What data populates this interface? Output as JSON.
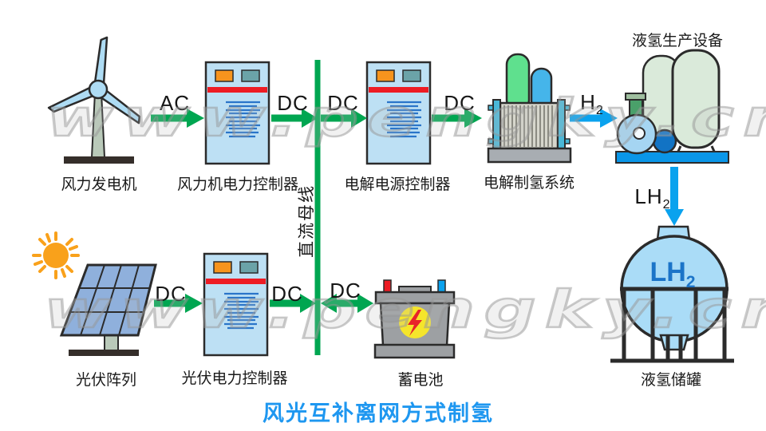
{
  "title": {
    "text": "风光互补离网方式制氢",
    "color": "#1E97F0"
  },
  "watermark": {
    "text": "www.pengky.cn"
  },
  "colors": {
    "dc_arrow_green": "#00A651",
    "h2_arrow_blue": "#0AA2EE",
    "title_blue": "#1E97F0",
    "controller_fill": "#BDE0F4",
    "alarm_red": "#ED1C24",
    "indicator_orange": "#F7941D",
    "tank_blue": "#AADCF7",
    "tank_text_blue": "#1B74C8"
  },
  "bus": {
    "label": "直流母线"
  },
  "flows": {
    "ac": "AC",
    "dc": "DC",
    "h2_main": "H",
    "h2_sub": "2",
    "lh2_main": "LH",
    "lh2_sub": "2"
  },
  "nodes": {
    "wind_turbine": {
      "label": "风力发电机"
    },
    "wind_controller": {
      "label": "风力机电力控制器"
    },
    "electrolysis_controller": {
      "label": "电解电源控制器"
    },
    "electrolyzer": {
      "label": "电解制氢系统"
    },
    "lh2_plant": {
      "label": "液氢生产设备"
    },
    "lh2_tank": {
      "label": "液氢储罐",
      "text_main": "LH",
      "text_sub": "2"
    },
    "pv_array": {
      "label": "光伏阵列"
    },
    "pv_controller": {
      "label": "光伏电力控制器"
    },
    "battery": {
      "label": "蓄电池"
    }
  }
}
